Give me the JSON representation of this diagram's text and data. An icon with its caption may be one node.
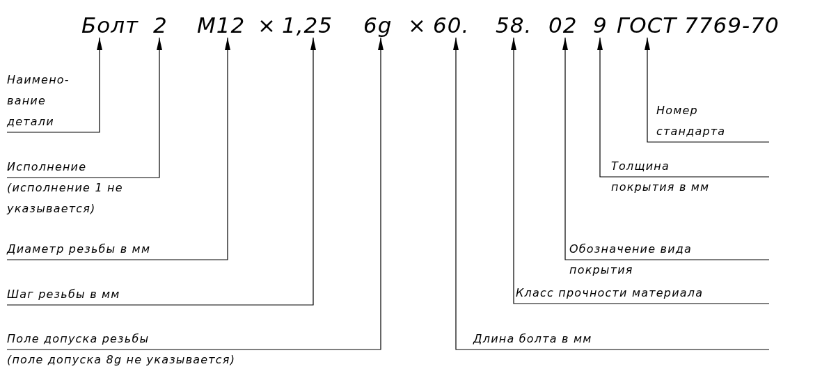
{
  "diagram": {
    "nodes": [
      {
        "text": [
          "Болт"
        ]
      },
      {
        "text": [
          "2"
        ]
      },
      {
        "text": [
          "М12"
        ]
      },
      {
        "text": [
          "1,25"
        ]
      },
      {
        "text": [
          "6g"
        ]
      },
      {
        "text": [
          "60."
        ]
      },
      {
        "text": [
          "58."
        ]
      },
      {
        "text": [
          "02"
        ]
      },
      {
        "text": [
          "9"
        ]
      },
      {
        "text": [
          "ГОСТ 7769-70"
        ]
      },
      {
        "text": [
          "Наимено- вание детали"
        ]
      },
      {
        "text": [
          "Исполнение",
          "(исполнение 1 не указывается)"
        ]
      },
      {
        "text": [
          "Диаметр резьбы в мм"
        ]
      },
      {
        "text": [
          "Шаг резьбы в мм"
        ]
      },
      {
        "text": [
          "Поле допуска резьбы",
          "(поле допуска 8g не указывается)"
        ]
      },
      {
        "text": [
          "Длина болта в мм"
        ]
      },
      {
        "text": [
          "Класс прочности материала"
        ]
      },
      {
        "text": [
          "Обозначение вида покрытия"
        ]
      },
      {
        "text": [
          "Толщина покрытия в мм"
        ]
      },
      {
        "text": [
          "Номер стандарта"
        ]
      }
    ],
    "edges": [
      {
        "from": 10,
        "to": 0,
        "arrow": "to"
      },
      {
        "from": 11,
        "to": 1,
        "arrow": "to"
      },
      {
        "from": 12,
        "to": 2,
        "arrow": "to"
      },
      {
        "from": 13,
        "to": 3,
        "arrow": "to"
      },
      {
        "from": 14,
        "to": 4,
        "arrow": "to"
      },
      {
        "from": 15,
        "to": 5,
        "arrow": "to"
      },
      {
        "from": 16,
        "to": 6,
        "arrow": "to"
      },
      {
        "from": 17,
        "to": 7,
        "arrow": "to"
      },
      {
        "from": 18,
        "to": 8,
        "arrow": "to"
      },
      {
        "from": 19,
        "to": 9,
        "arrow": "to"
      }
    ],
    "labels": [
      "×",
      "×"
    ]
  }
}
